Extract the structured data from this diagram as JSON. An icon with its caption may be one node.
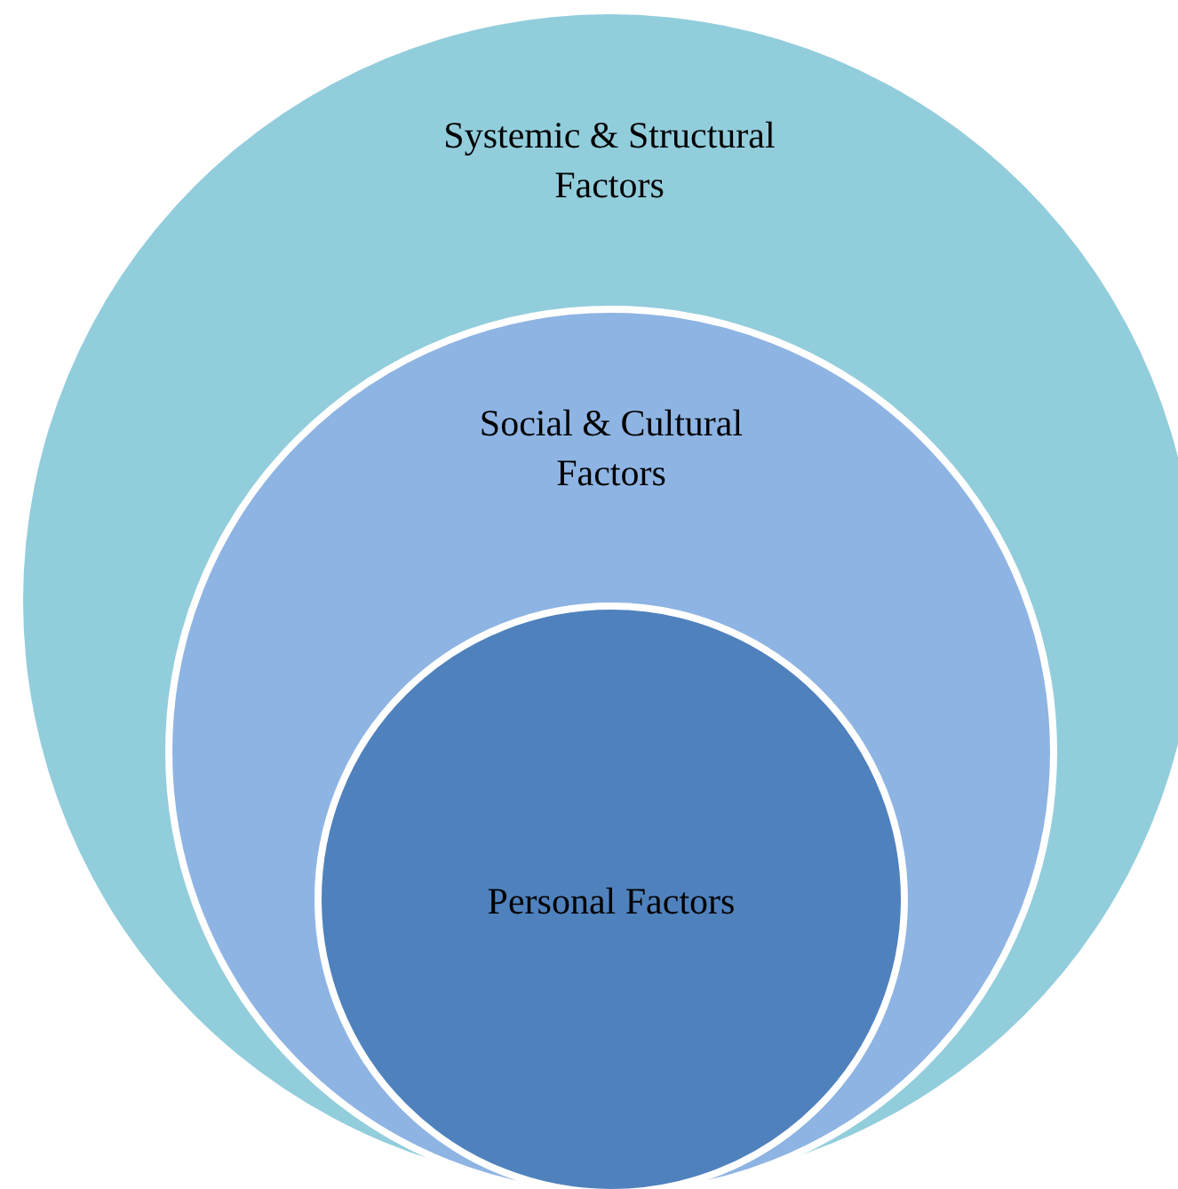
{
  "diagram": {
    "nodes": [
      {
        "text": [
          "Systemic & Structural Factors"
        ]
      },
      {
        "text": [
          "Social & Cultural Factors"
        ],
        "in": 0
      },
      {
        "text": [
          "Personal Factors"
        ],
        "in": 1
      }
    ]
  }
}
